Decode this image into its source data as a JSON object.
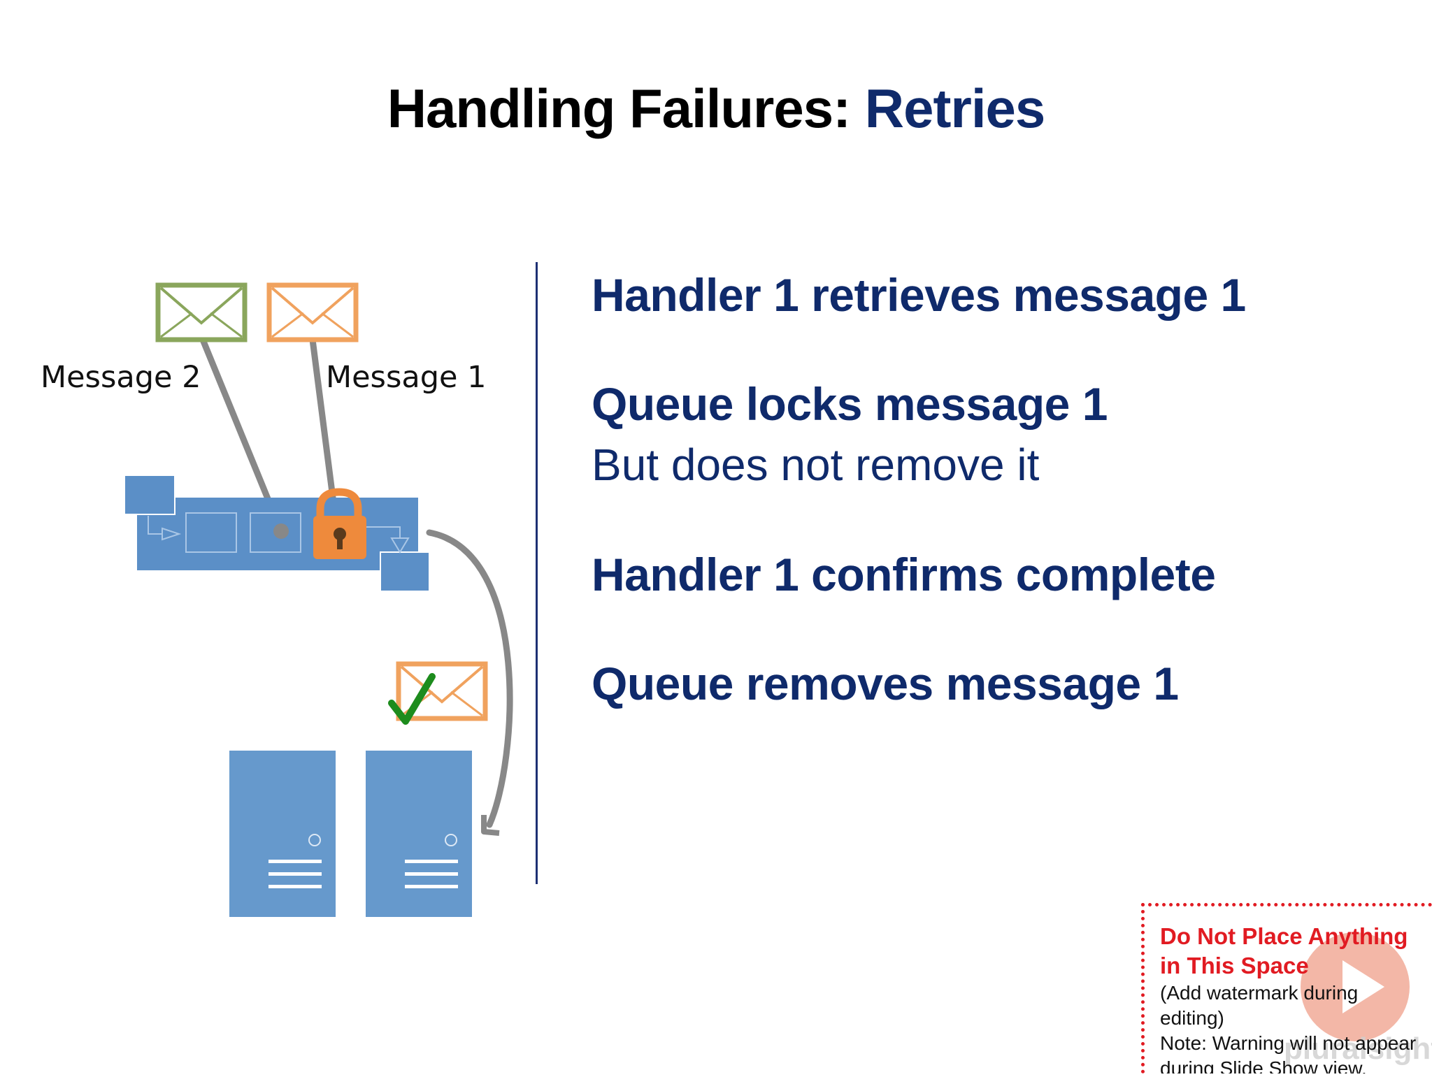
{
  "slide": {
    "title_main": "Handling Failures: ",
    "title_accent": "Retries"
  },
  "diagram": {
    "label_message_2": "Message 2",
    "label_message_1": "Message 1",
    "colors": {
      "queue": "#5b8fc7",
      "envelope_green": "#8aa65c",
      "envelope_orange": "#f0a25e",
      "lock": "#ee8a3c",
      "check": "#1d8c1d",
      "connector": "#888888",
      "server": "#6699cc"
    }
  },
  "bullets": [
    {
      "title": "Handler 1 retrieves message 1"
    },
    {
      "title": "Queue locks message 1",
      "subtitle": "But does not remove it"
    },
    {
      "title": "Handler 1 confirms complete"
    },
    {
      "title": "Queue removes message 1"
    }
  ],
  "notice": {
    "warning_line1": "Do Not Place Anything",
    "warning_line2": "in This Space",
    "note1": "(Add watermark during editing)",
    "note2": "Note:  Warning will not appear during Slide Show view.",
    "brand": "pluralsight"
  }
}
